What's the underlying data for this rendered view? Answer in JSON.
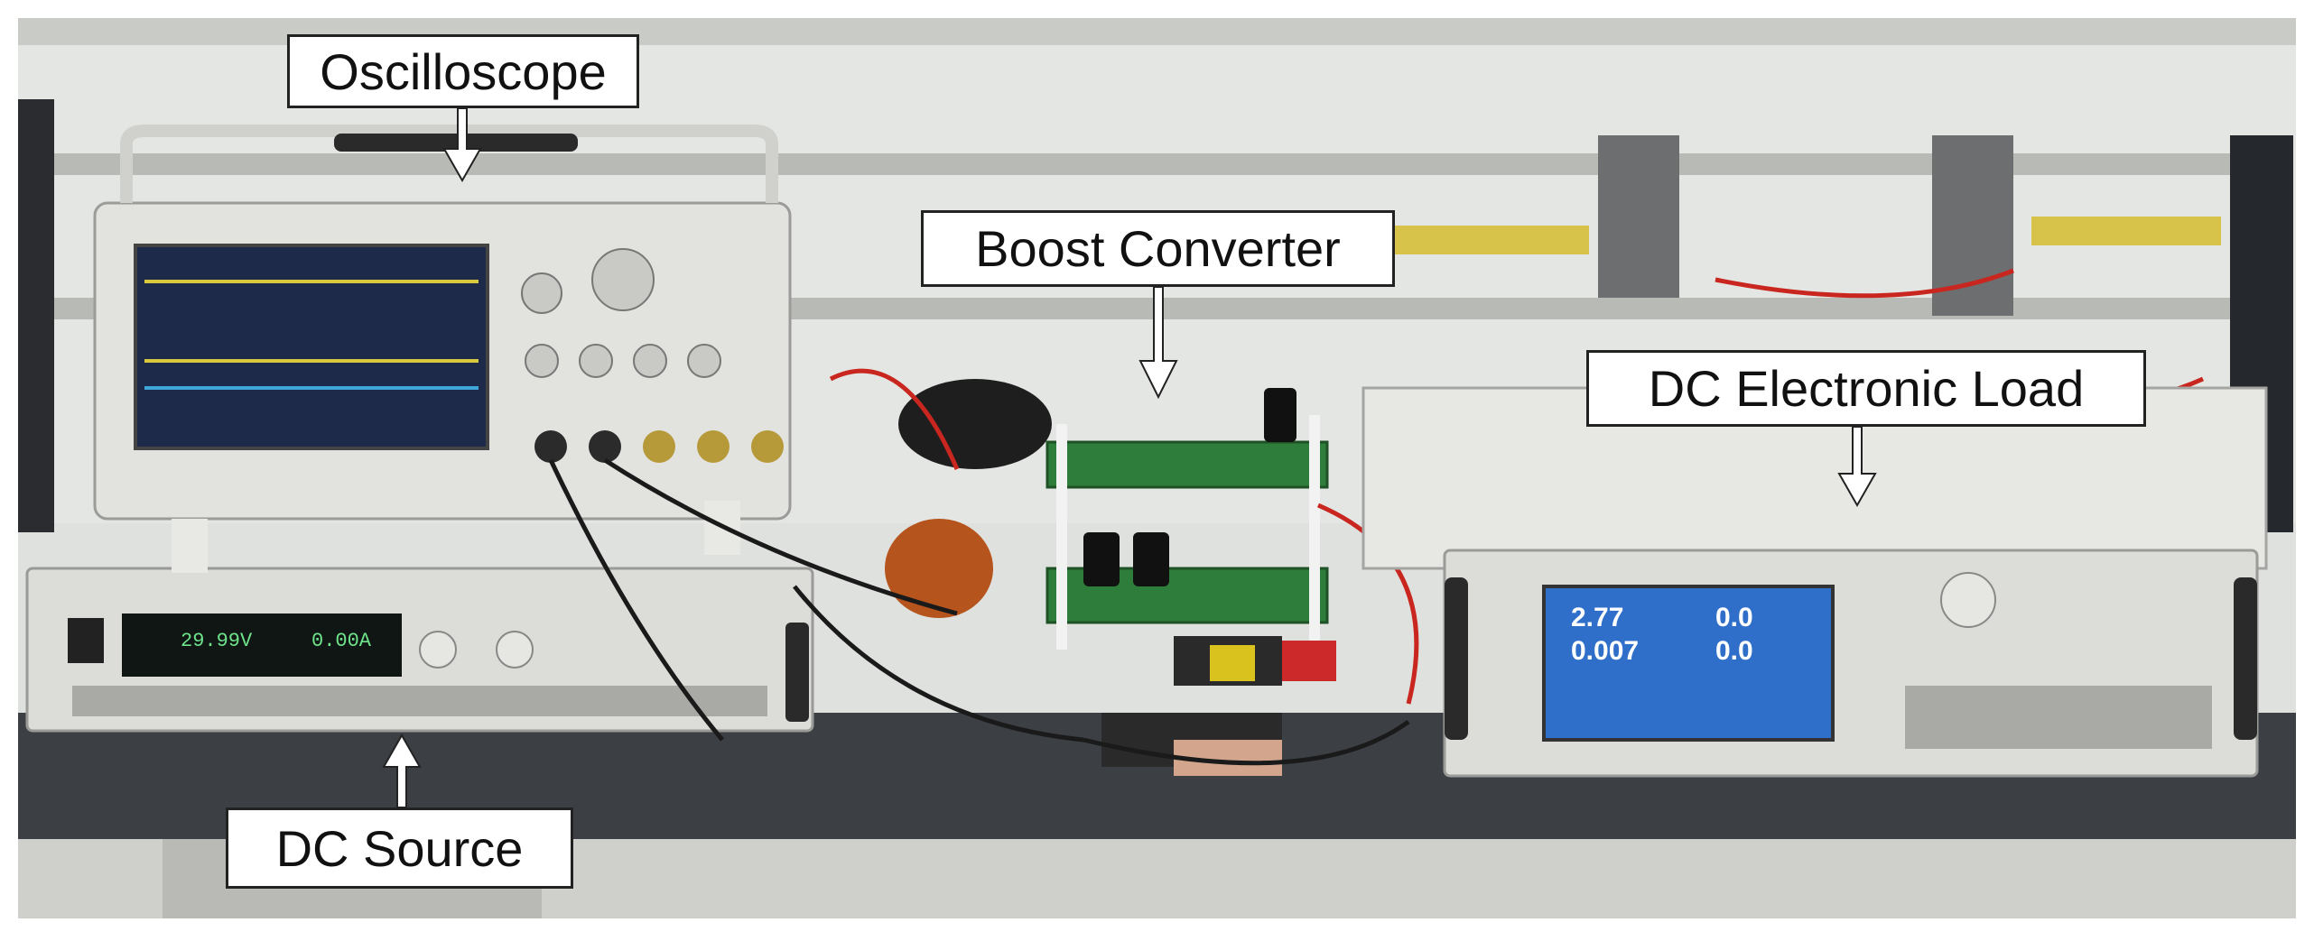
{
  "labels": {
    "oscilloscope": "Oscilloscope",
    "boost_converter": "Boost Converter",
    "dc_electronic_load": "DC Electronic Load",
    "dc_source": "DC Source"
  },
  "instrument_readouts": {
    "dc_source_voltage": "29.99V",
    "dc_source_current": "0.00A",
    "load_reading_1": "2.77",
    "load_reading_2": "0.007",
    "load_reading_3": "0.0",
    "load_reading_4": "0.0"
  },
  "colors": {
    "wall": "#e4e6e3",
    "bench": "#3c3f44",
    "instrument_body": "#dcdcd8",
    "scope_screen": "#1d2a4a",
    "pcb_green": "#2f7d3a",
    "wire_red": "#c8261f",
    "load_screen": "#2f6fc9"
  }
}
